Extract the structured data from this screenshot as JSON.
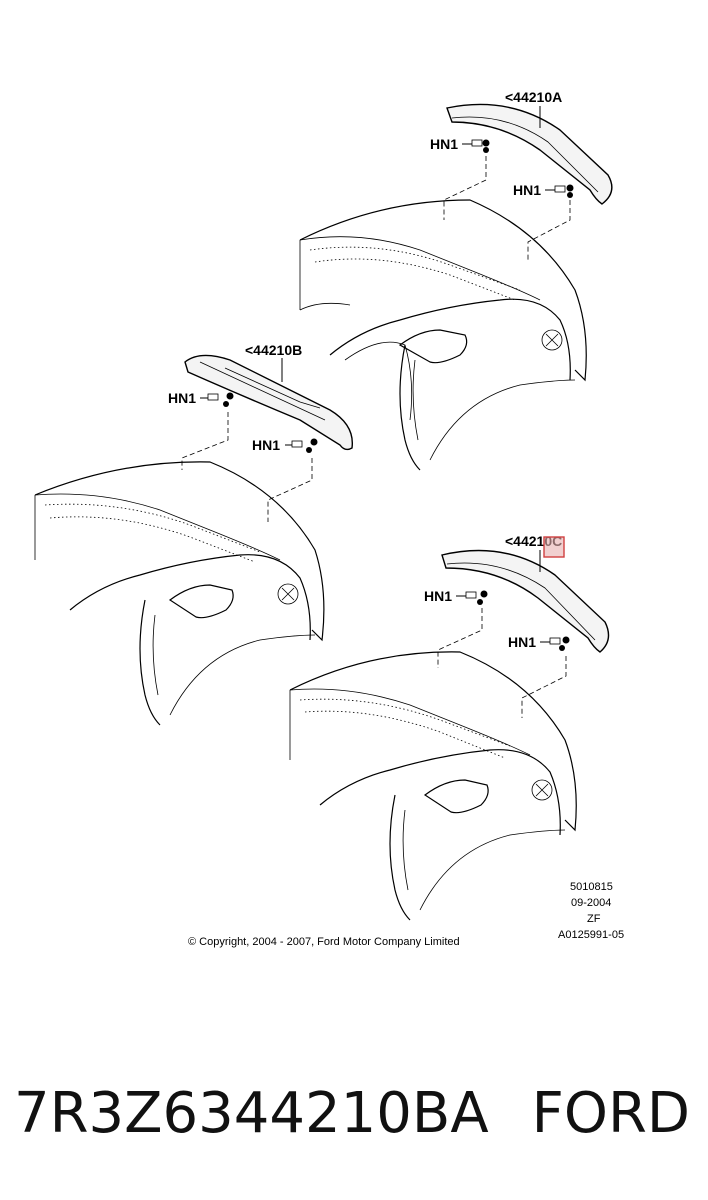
{
  "diagram": {
    "callouts": {
      "top_part": "<44210A",
      "middle_part": "<44210B",
      "bottom_part": "<44210C",
      "fastener": "HN1"
    },
    "meta": {
      "number": "5010815",
      "date": "09-2004",
      "code": "ZF",
      "ref": "A0125991-05"
    },
    "copyright": "© Copyright, 2004 - 2007, Ford Motor Company Limited",
    "highlight_color": "#e8b0b0"
  },
  "footer": {
    "part_number": "7R3Z6344210BA",
    "brand": "FORD"
  }
}
